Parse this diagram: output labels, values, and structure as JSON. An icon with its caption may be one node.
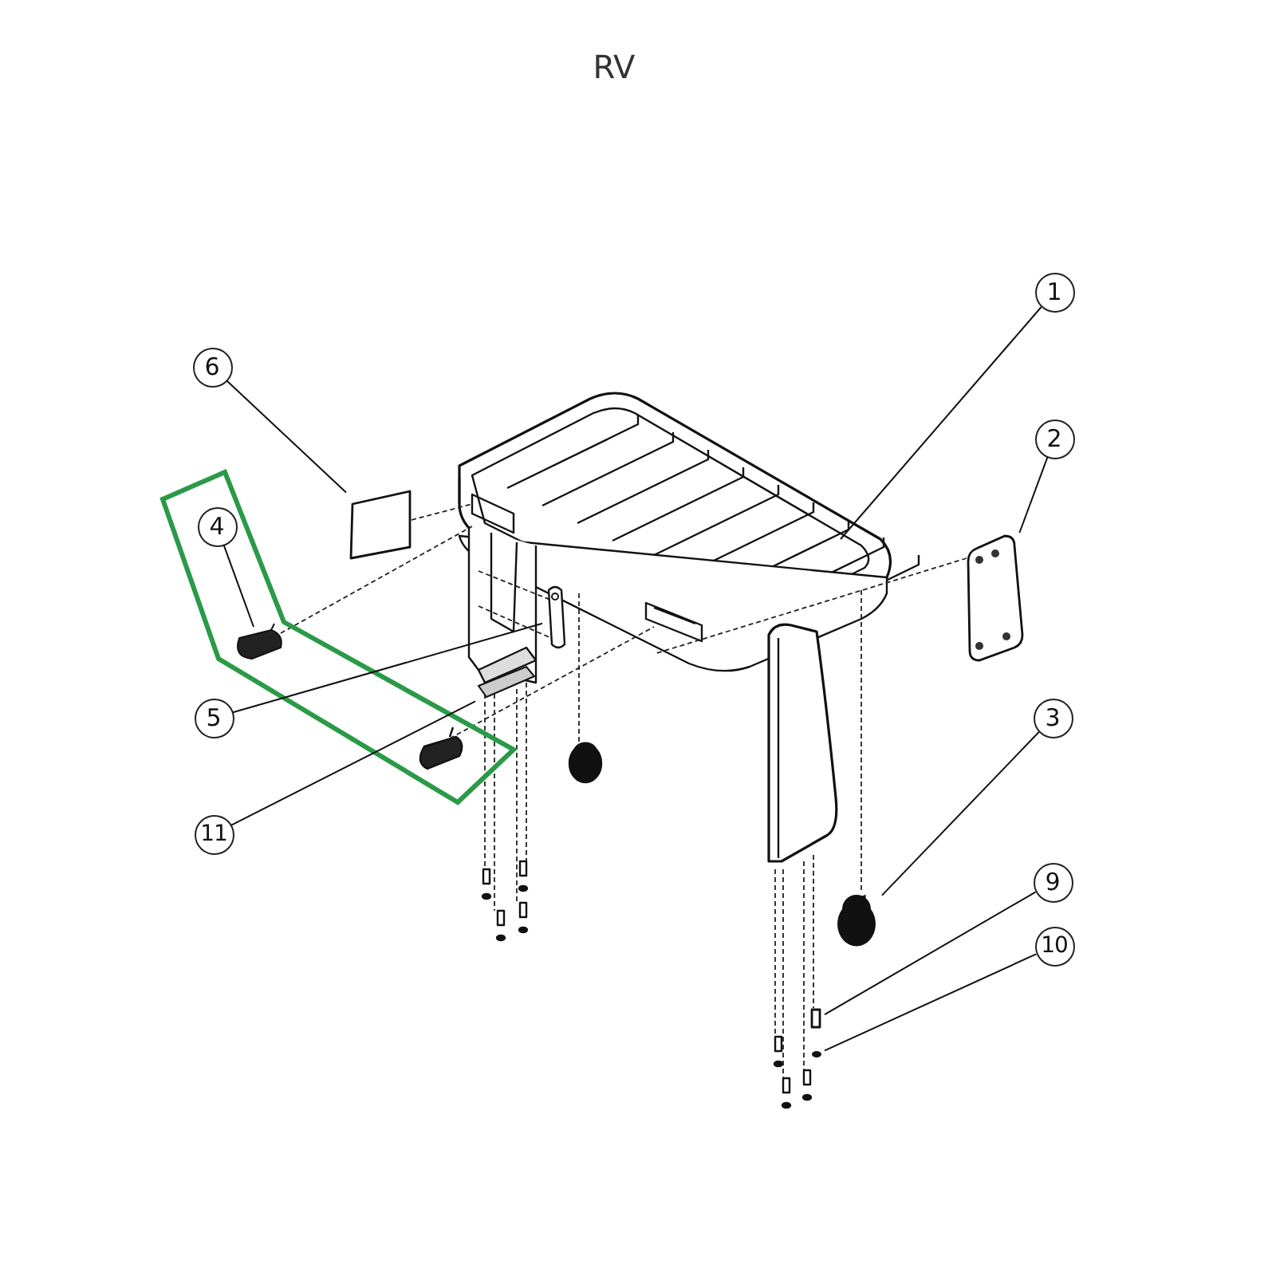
{
  "diagram": {
    "title": "RV",
    "nodes": [
      {
        "text": [
          "1"
        ]
      },
      {
        "text": [
          "6"
        ]
      },
      {
        "text": [
          "2"
        ]
      },
      {
        "text": [
          "4"
        ]
      },
      {
        "text": [
          "5"
        ]
      },
      {
        "text": [
          "3"
        ]
      },
      {
        "text": [
          "11"
        ]
      },
      {
        "text": [
          "9"
        ]
      },
      {
        "text": [
          "10"
        ]
      },
      {
        "text": [],
        "shape": "box"
      },
      {
        "text": [],
        "shape": "picture"
      },
      {
        "text": [],
        "shape": "picture"
      },
      {
        "text": [],
        "shape": "picture"
      },
      {
        "text": [],
        "shape": "picture"
      },
      {
        "text": [],
        "shape": "picture"
      },
      {
        "text": [],
        "shape": "box"
      },
      {
        "text": [],
        "shape": "circle"
      }
    ],
    "edges": [
      {
        "from": 0,
        "to": null,
        "arrow": "none"
      },
      {
        "from": 1,
        "to": 9,
        "arrow": "none"
      },
      {
        "from": 2,
        "to": 10,
        "arrow": "none"
      },
      {
        "from": 3,
        "to": 11,
        "arrow": "none"
      },
      {
        "from": 4,
        "to": 12,
        "arrow": "none"
      },
      {
        "from": 5,
        "to": 13,
        "arrow": "none"
      },
      {
        "from": 6,
        "to": 14,
        "arrow": "none"
      },
      {
        "from": 7,
        "to": 15,
        "arrow": "none"
      },
      {
        "from": 8,
        "to": 16,
        "arrow": "none"
      }
    ]
  }
}
